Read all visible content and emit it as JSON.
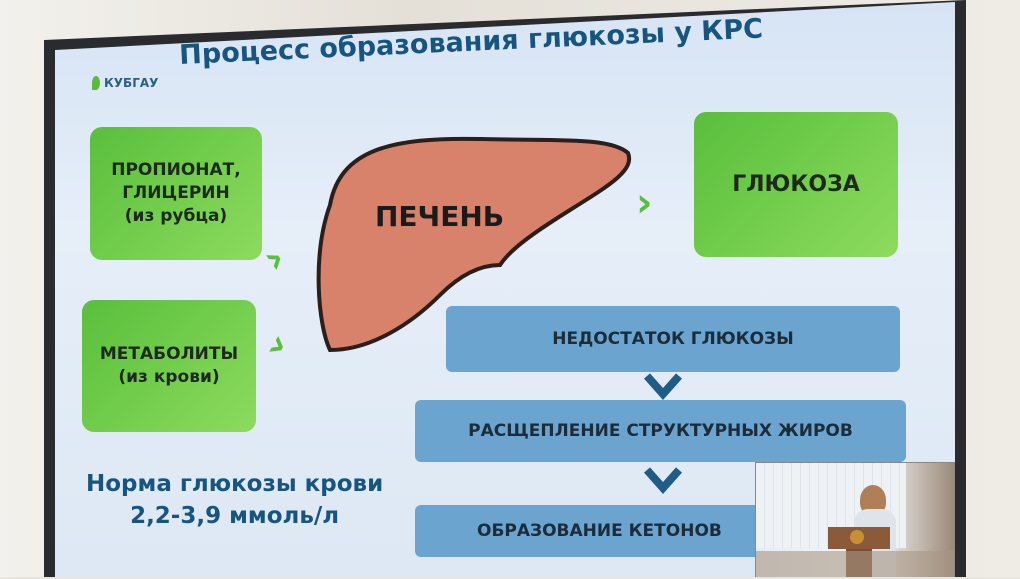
{
  "slide": {
    "logo": "КУБГАУ",
    "title": "Процесс образования глюкозы у КРС",
    "boxes": {
      "propionate": [
        "ПРОПИОНАТ,",
        "ГЛИЦЕРИН",
        "(из рубца)"
      ],
      "metabolites": [
        "МЕТАБОЛИТЫ",
        "(из крови)"
      ],
      "glucose": "ГЛЮКОЗА"
    },
    "liver_label": "ПЕЧЕНЬ",
    "steps": [
      "НЕДОСТАТОК ГЛЮКОЗЫ",
      "РАСЩЕПЛЕНИЕ СТРУКТУРНЫХ ЖИРОВ",
      "ОБРАЗОВАНИЕ КЕТОНОВ"
    ],
    "norm": [
      "Норма глюкозы крови",
      "2,2-3,9 ммоль/л"
    ]
  },
  "colors": {
    "green": "#59bf3c",
    "blue_bar": "#6aa4cf",
    "title": "#17557f",
    "liver": "#d9826b"
  }
}
